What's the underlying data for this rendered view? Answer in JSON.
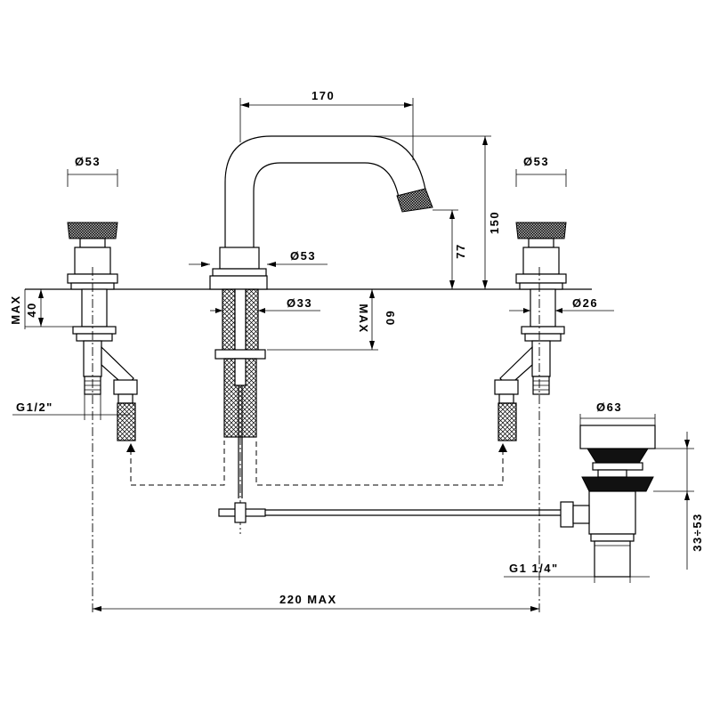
{
  "dimensions": {
    "spout_reach": "170",
    "spout_height": "150",
    "outlet_height": "77",
    "handle_left_diameter": "Ø53",
    "handle_right_diameter": "Ø53",
    "spout_base_diameter": "Ø53",
    "hole_diameter": "Ø33",
    "valve_diameter": "Ø26",
    "max_deck_left": "40",
    "max_label_left": "MAX",
    "max_deck_center": "60",
    "max_label_center": "MAX",
    "inlet_thread": "G1/2\"",
    "drain_diameter": "Ø63",
    "drain_range": "33÷53",
    "drain_thread": "G1 1/4\"",
    "overall_width": "220 MAX"
  }
}
